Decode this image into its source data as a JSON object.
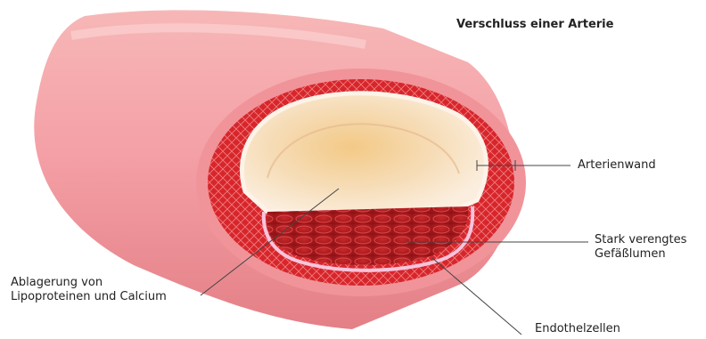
{
  "title": "Verschluss einer Arterie",
  "labels": {
    "arterienwand": "Arterienwand",
    "lumen_line1": "Stark verengtes",
    "lumen_line2": "Gefäßlumen",
    "ablagerung_line1": "Ablagerung von",
    "ablagerung_line2": "Lipoproteinen und Calcium",
    "endothel": "Endothelzellen"
  },
  "colors": {
    "vessel_outer": "#f2a3a8",
    "vessel_wall": "#d7262b",
    "plaque": "#f6dcb6",
    "lumen": "#b81c20",
    "endothel": "#f7c4dc"
  }
}
